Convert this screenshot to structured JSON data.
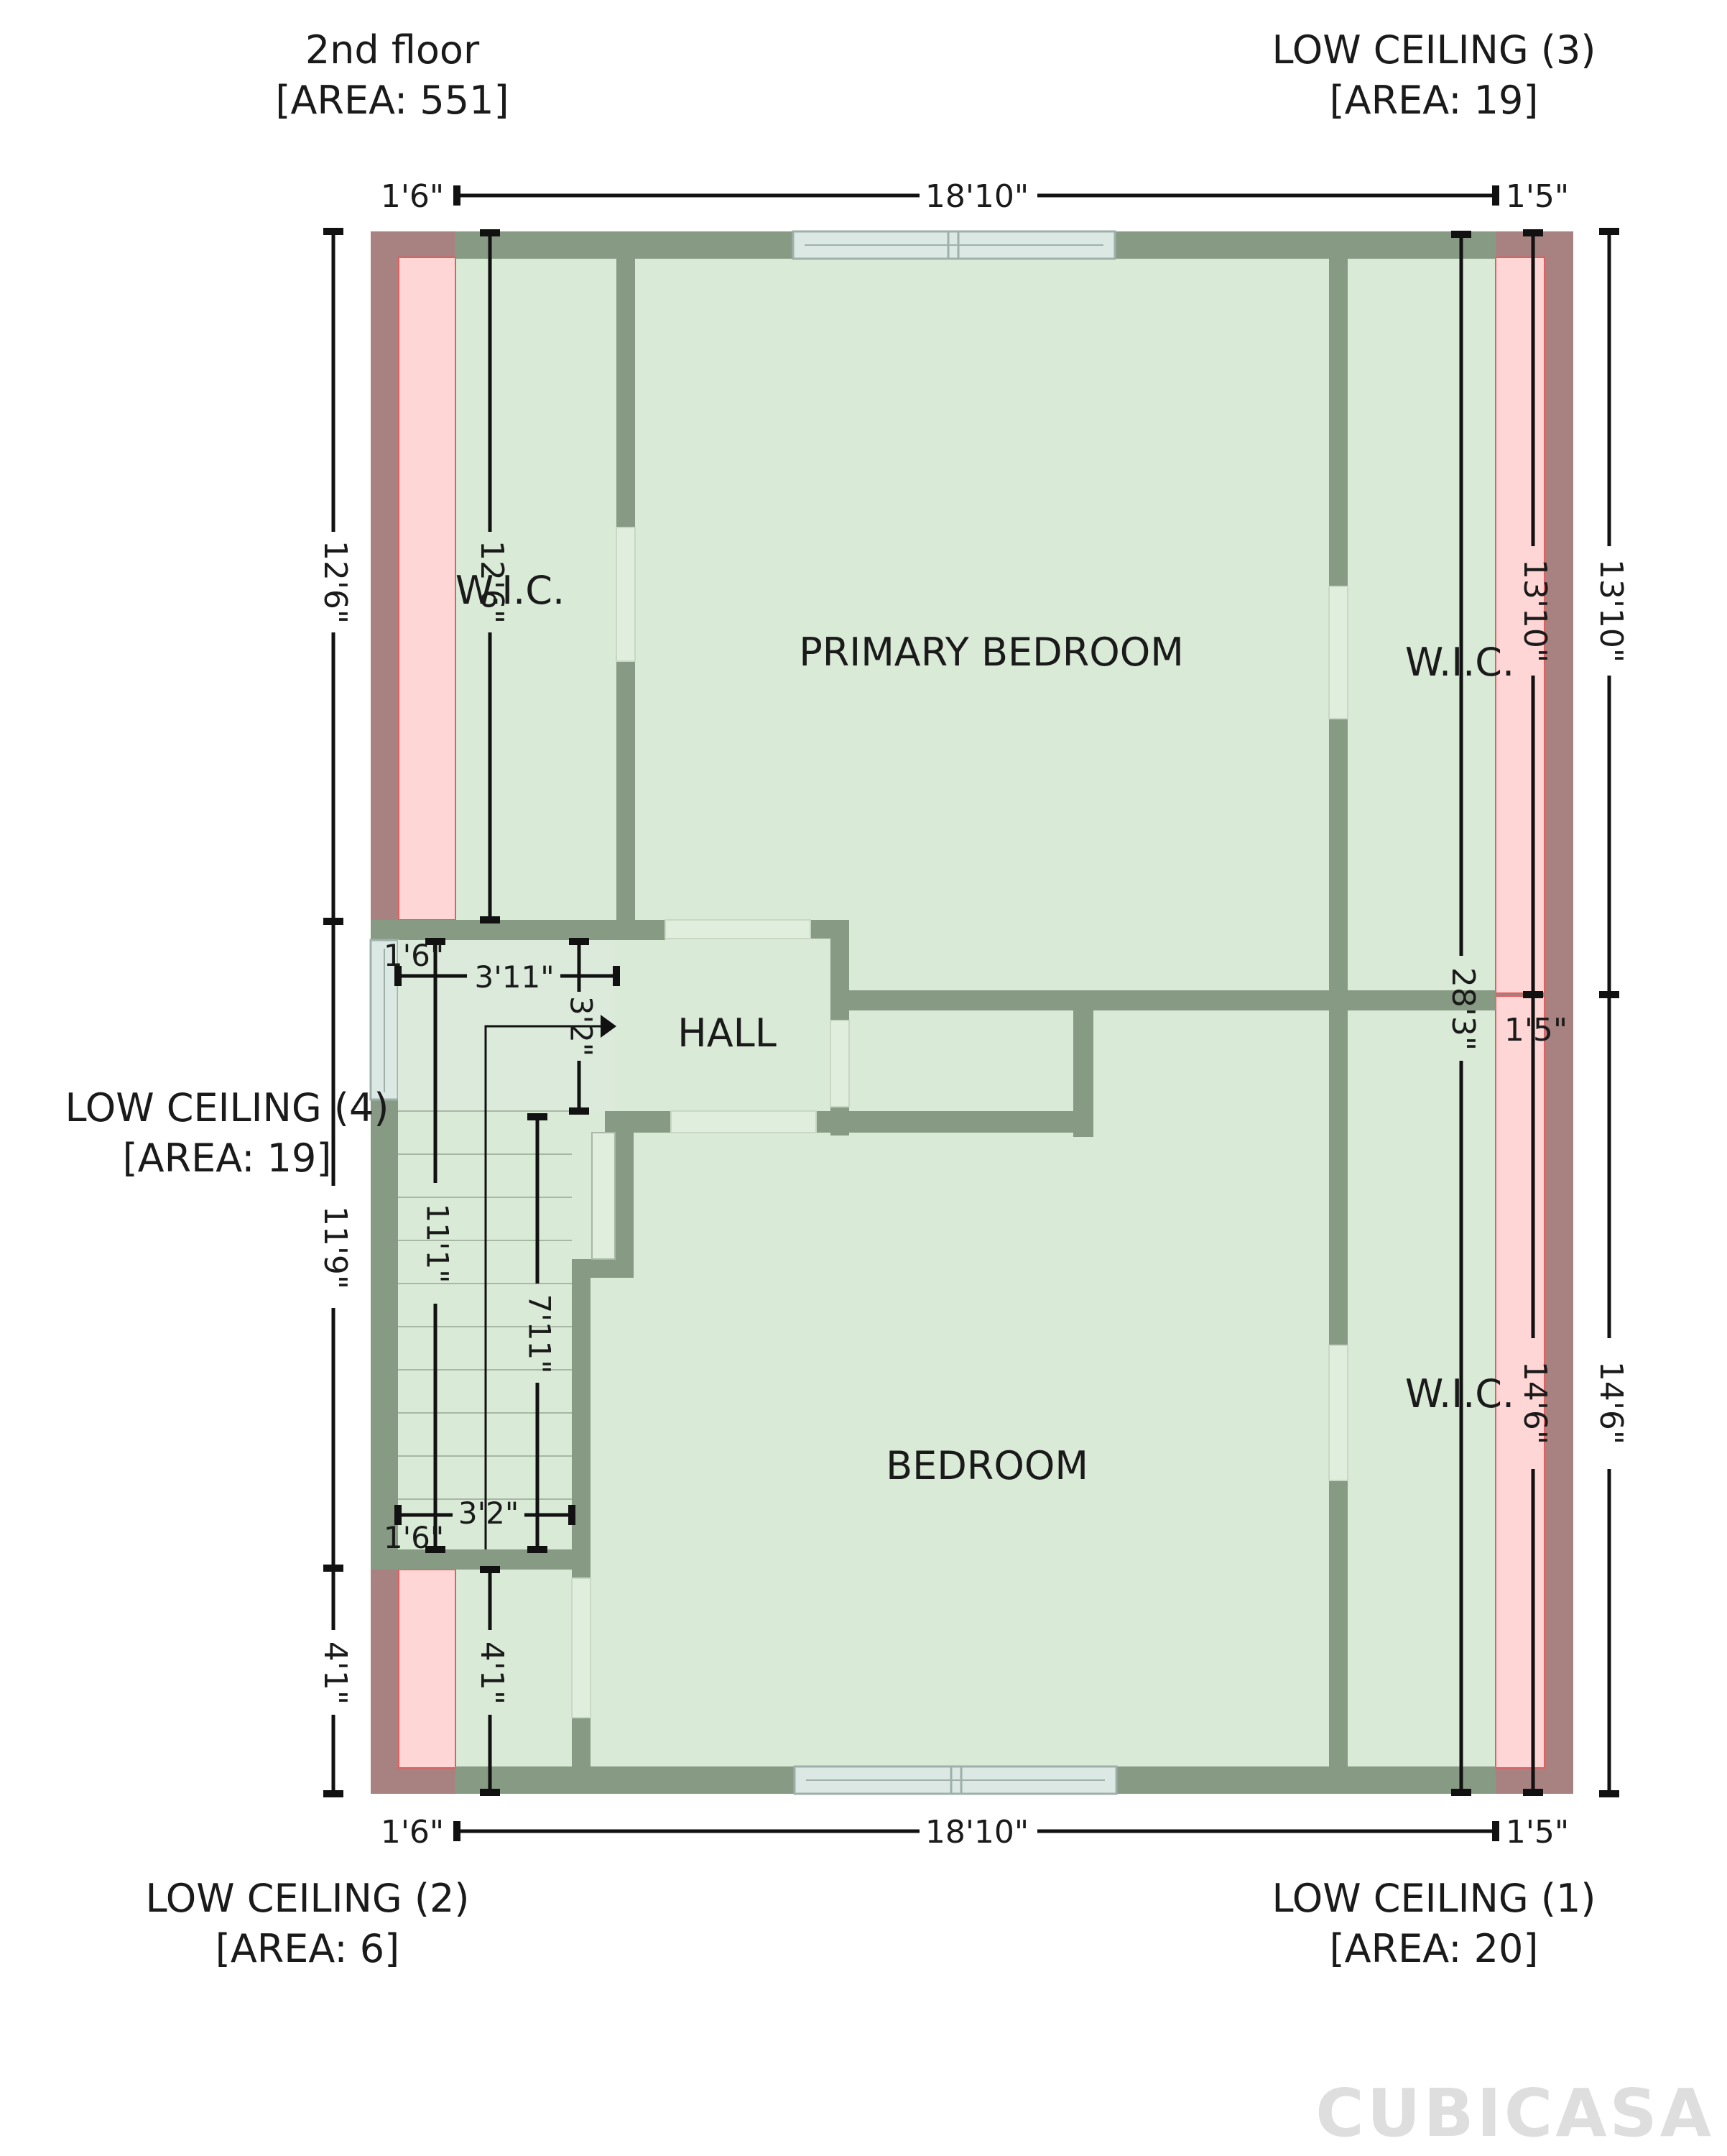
{
  "floor": {
    "title": "2nd floor",
    "area": "[AREA: 551]"
  },
  "low_ceilings": [
    {
      "title": "LOW CEILING (3)",
      "area": "[AREA: 19]"
    },
    {
      "title": "LOW CEILING (4)",
      "area": "[AREA: 19]"
    },
    {
      "title": "LOW CEILING (2)",
      "area": "[AREA: 6]"
    },
    {
      "title": "LOW CEILING (1)",
      "area": "[AREA: 20]"
    }
  ],
  "rooms": {
    "primary_bedroom": "PRIMARY BEDROOM",
    "bedroom": "BEDROOM",
    "hall": "HALL",
    "wic_left": "W.I.C.",
    "wic_right_top": "W.I.C.",
    "wic_right_bottom": "W.I.C."
  },
  "dimensions": {
    "top_left": "1'6\"",
    "top_mid": "18'10\"",
    "top_right": "1'5\"",
    "bottom_left": "1'6\"",
    "bottom_mid": "18'10\"",
    "bottom_right": "1'5\"",
    "left_upper": "12'6\"",
    "left_middle": "11'9\"",
    "left_lower": "4'1\"",
    "inner_left_upper": "12'6\"",
    "inner_left_lower": "4'1\"",
    "right_upper": "13'10\"",
    "right_lower": "14'6\"",
    "inner_right_upper": "13'10\"",
    "inner_right_lower": "14'6\"",
    "inner_right_mid": "1'5\"",
    "overall_height": "28'3\"",
    "stair_top_small": "1'6\"",
    "stair_top_width": "3'11\"",
    "stair_top_depth": "3'2\"",
    "stair_run": "11'1\"",
    "stair_inner_run": "7'11\"",
    "stair_bottom_small": "1'6\"",
    "stair_bottom_width": "3'2\""
  },
  "branding": {
    "logo": "CUBICASA"
  },
  "colors": {
    "room_fill": "#d9ead7",
    "wall": "#879a83",
    "low_ceiling_fill": "#ffd6d6",
    "low_ceiling_wall": "#a88181",
    "window_fill": "#dbe8e3"
  }
}
